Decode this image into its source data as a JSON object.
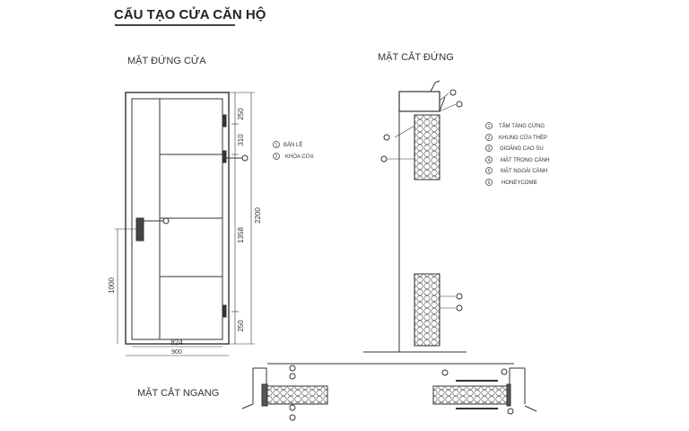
{
  "title": "CẤU TẠO CỬA CĂN HỘ",
  "elevation": {
    "heading": "MẶT ĐỨNG CỬA",
    "dimensions": {
      "top": "250",
      "upper": "310",
      "middle": "1358",
      "bottom": "250",
      "total_height": "2200",
      "handle_height": "1000",
      "inner_width": "824",
      "outer_width": "900"
    },
    "legend": [
      {
        "num": "1",
        "label": "BẢN LỀ"
      },
      {
        "num": "2",
        "label": "KHÓA CỬA"
      }
    ]
  },
  "vertical_section": {
    "heading": "MẶT CẮT ĐỨNG",
    "legend": [
      {
        "num": "1",
        "label": "TẤM TĂNG CỨNG"
      },
      {
        "num": "2",
        "label": "KHUNG CỬA THÉP"
      },
      {
        "num": "3",
        "label": "GIOĂNG CAO SU"
      },
      {
        "num": "4",
        "label": "MẶT TRONG CÁNH"
      },
      {
        "num": "5",
        "label": "MẶT NGOÀI CÁNH"
      },
      {
        "num": "6",
        "label": "HONEYCOMB"
      }
    ]
  },
  "horizontal_section": {
    "heading": "MẶT CẮT NGANG"
  },
  "colors": {
    "line": "#333333",
    "text": "#333333"
  }
}
